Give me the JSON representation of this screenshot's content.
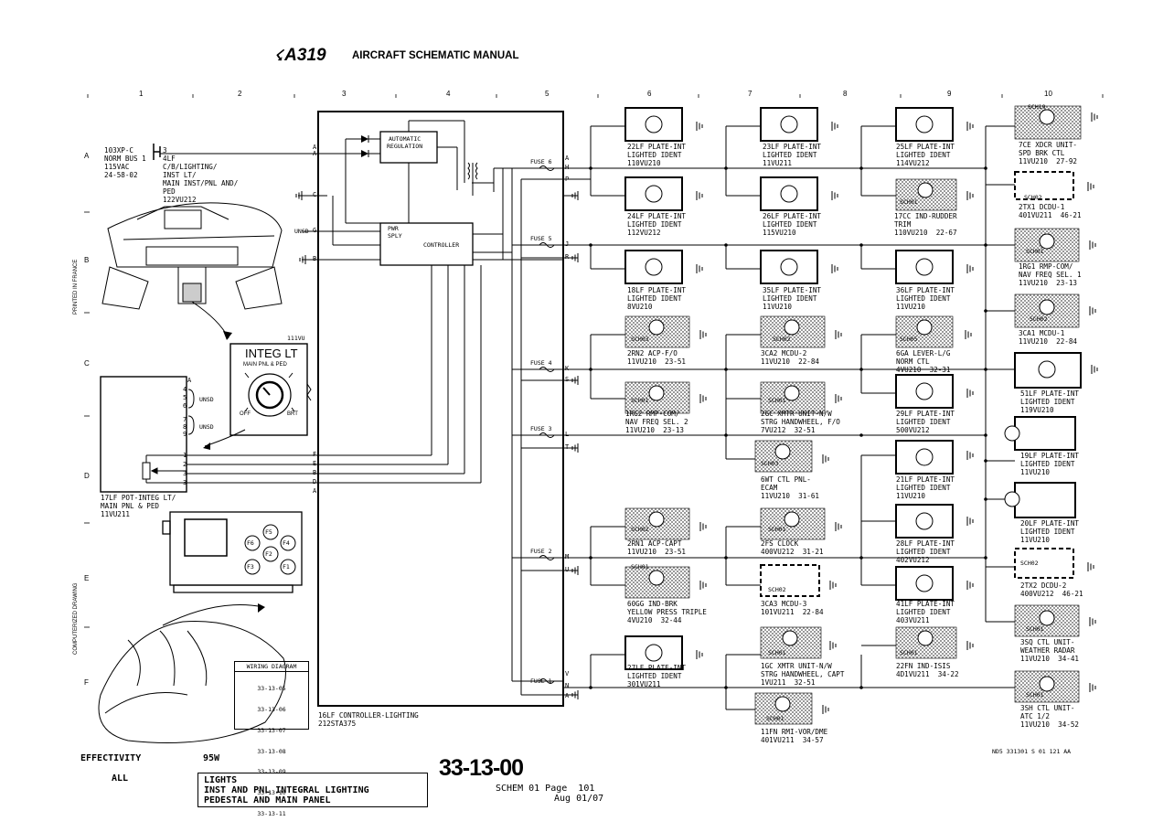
{
  "header": {
    "aircraft": "A319",
    "manual_title": "AIRCRAFT SCHEMATIC MANUAL",
    "logo_icon": "airbus-swoosh-icon"
  },
  "grid": {
    "columns": [
      "1",
      "2",
      "3",
      "4",
      "5",
      "6",
      "7",
      "8",
      "9",
      "10"
    ],
    "rows": [
      "A",
      "B",
      "C",
      "D",
      "E",
      "F"
    ]
  },
  "side_text": {
    "printed": "PRINTED IN FRANCE",
    "computerized": "COMPUTERIZED DRAWING"
  },
  "power": {
    "bus": "103XP-C\nNORM BUS 1\n115VAC\n24-58-02",
    "cb": "4LF\nC/B/LIGHTING/\nINST LT/\nMAIN INST/PNL AND/\nPED\n122VU212",
    "cb_pin": "3"
  },
  "controller": {
    "auto_reg": "AUTOMATIC\nREGULATION",
    "pwr_sply": "PWR\nSPLY",
    "controller": "CONTROLLER",
    "label": "16LF CONTROLLER-LIGHTING\n212STA375",
    "unsd": "UNSD",
    "fuses": [
      "FUSE 6",
      "FUSE 5",
      "FUSE 4",
      "FUSE 3",
      "FUSE 2",
      "FUSE 1"
    ]
  },
  "integ_panel": {
    "id": "111VU",
    "title": "INTEG LT",
    "subtitle": "MAIN PNL & PED",
    "off": "OFF",
    "brt": "BRT",
    "unsd": "UNSD",
    "pot_label": "17LF POT-INTEG LT/\nMAIN PNL & PED\n11VU211"
  },
  "mcdu_keys": [
    "F5",
    "F6",
    "F4",
    "F2",
    "F3",
    "F1"
  ],
  "wiring_diagram": {
    "title": "WIRING DIAGRAM",
    "refs": [
      "33-13-05",
      "33-13-06",
      "33-13-07",
      "33-13-08",
      "33-13-09",
      "33-13-10",
      "33-13-11"
    ]
  },
  "components": {
    "c22": "22LF PLATE-INT\nLIGHTED IDENT\n110VU210",
    "c24": "24LF PLATE-INT\nLIGHTED IDENT\n112VU212",
    "c18": "18LF PLATE-INT\nLIGHTED IDENT\n8VU210",
    "c2rn2": "2RN2 ACP-F/O\n11VU210  23-51",
    "c1rg2": "1RG2 RMP-COM/\nNAV FREQ SEL. 2\n11VU210  23-13",
    "c2rn1": "2RN1 ACP-CAPT\n11VU210  23-51",
    "c60gg": "60GG IND-BRK\nYELLOW PRESS TRIPLE\n4VU210  32-44",
    "c27": "27LF PLATE-INT\nLIGHTED IDENT\n301VU211",
    "c23": "23LF PLATE-INT\nLIGHTED IDENT\n11VU211",
    "c26": "26LF PLATE-INT\nLIGHTED IDENT\n115VU210",
    "c35": "35LF PLATE-INT\nLIGHTED IDENT\n11VU210",
    "c3ca2": "3CA2 MCDU-2\n11VU210  22-84",
    "c2gc": "2GC XMTR UNIT-N/W\nSTRG HANDWHEEL, F/O\n7VU212  32-51",
    "c6wt": "6WT CTL PNL-\nECAM\n11VU210  31-61",
    "c2fs": "2FS CLOCK\n400VU212  31-21",
    "c3ca3": "3CA3 MCDU-3\n101VU211  22-84",
    "c1gc": "1GC XMTR UNIT-N/W\nSTRG HANDWHEEL, CAPT\n1VU211  32-51",
    "c11fn": "11FN RMI-VOR/DME\n401VU211  34-57",
    "c25": "25LF PLATE-INT\nLIGHTED IDENT\n114VU212",
    "c17cc": "17CC IND-RUDDER\nTRIM\n110VU210  22-67",
    "c36": "36LF PLATE-INT\nLIGHTED IDENT\n11VU210",
    "c6ga": "6GA LEVER-L/G\nNORM CTL\n4VU210  32-31",
    "c29": "29LF PLATE-INT\nLIGHTED IDENT\n500VU212",
    "c21": "21LF PLATE-INT\nLIGHTED IDENT\n11VU210",
    "c28": "28LF PLATE-INT\nLIGHTED IDENT\n402VU212",
    "c41": "41LF PLATE-INT\nLIGHTED IDENT\n403VU211",
    "c22fn": "22FN IND-ISIS\n4D1VU211  34-22",
    "c7ce": "7CE XDCR UNIT-\nSPD BRK CTL\n11VU210  27-92",
    "c2tx1": "2TX1 DCDU-1\n401VU211  46-21",
    "c1rg1": "1RG1 RMP-COM/\nNAV FREQ SEL. 1\n11VU210  23-13",
    "c3ca1": "3CA1 MCDU-1\n11VU210  22-84",
    "c51": "51LF PLATE-INT\nLIGHTED IDENT\n119VU210",
    "c19": "19LF PLATE-INT\nLIGHTED IDENT\n11VU210",
    "c20": "20LF PLATE-INT\nLIGHTED IDENT\n11VU210",
    "c2tx2": "2TX2 DCDU-2\n400VU212  46-21",
    "c3sq": "3SQ CTL UNIT-\nWEATHER RADAR\n11VU210  34-41",
    "c3sh": "3SH CTL UNIT-\nATC 1/2\n11VU210  34-52"
  },
  "sch_tags": {
    "sch01": "SCH01",
    "sch02": "SCH02",
    "sch03": "SCH03",
    "sch05": "SCH05",
    "sch19": "SCH19"
  },
  "footer": {
    "effectivity_label": "EFFECTIVITY",
    "effectivity_value": "95W",
    "all": "ALL",
    "title_lines": [
      "LIGHTS",
      "INST AND PNL INTEGRAL LIGHTING",
      "PEDESTAL AND MAIN PANEL"
    ],
    "doc_number": "33-13-00",
    "schem_page": "SCHEM 01 Page  101",
    "date": "Aug 01/07",
    "ref_code": "ND5 331301 S 01 121 AA"
  }
}
